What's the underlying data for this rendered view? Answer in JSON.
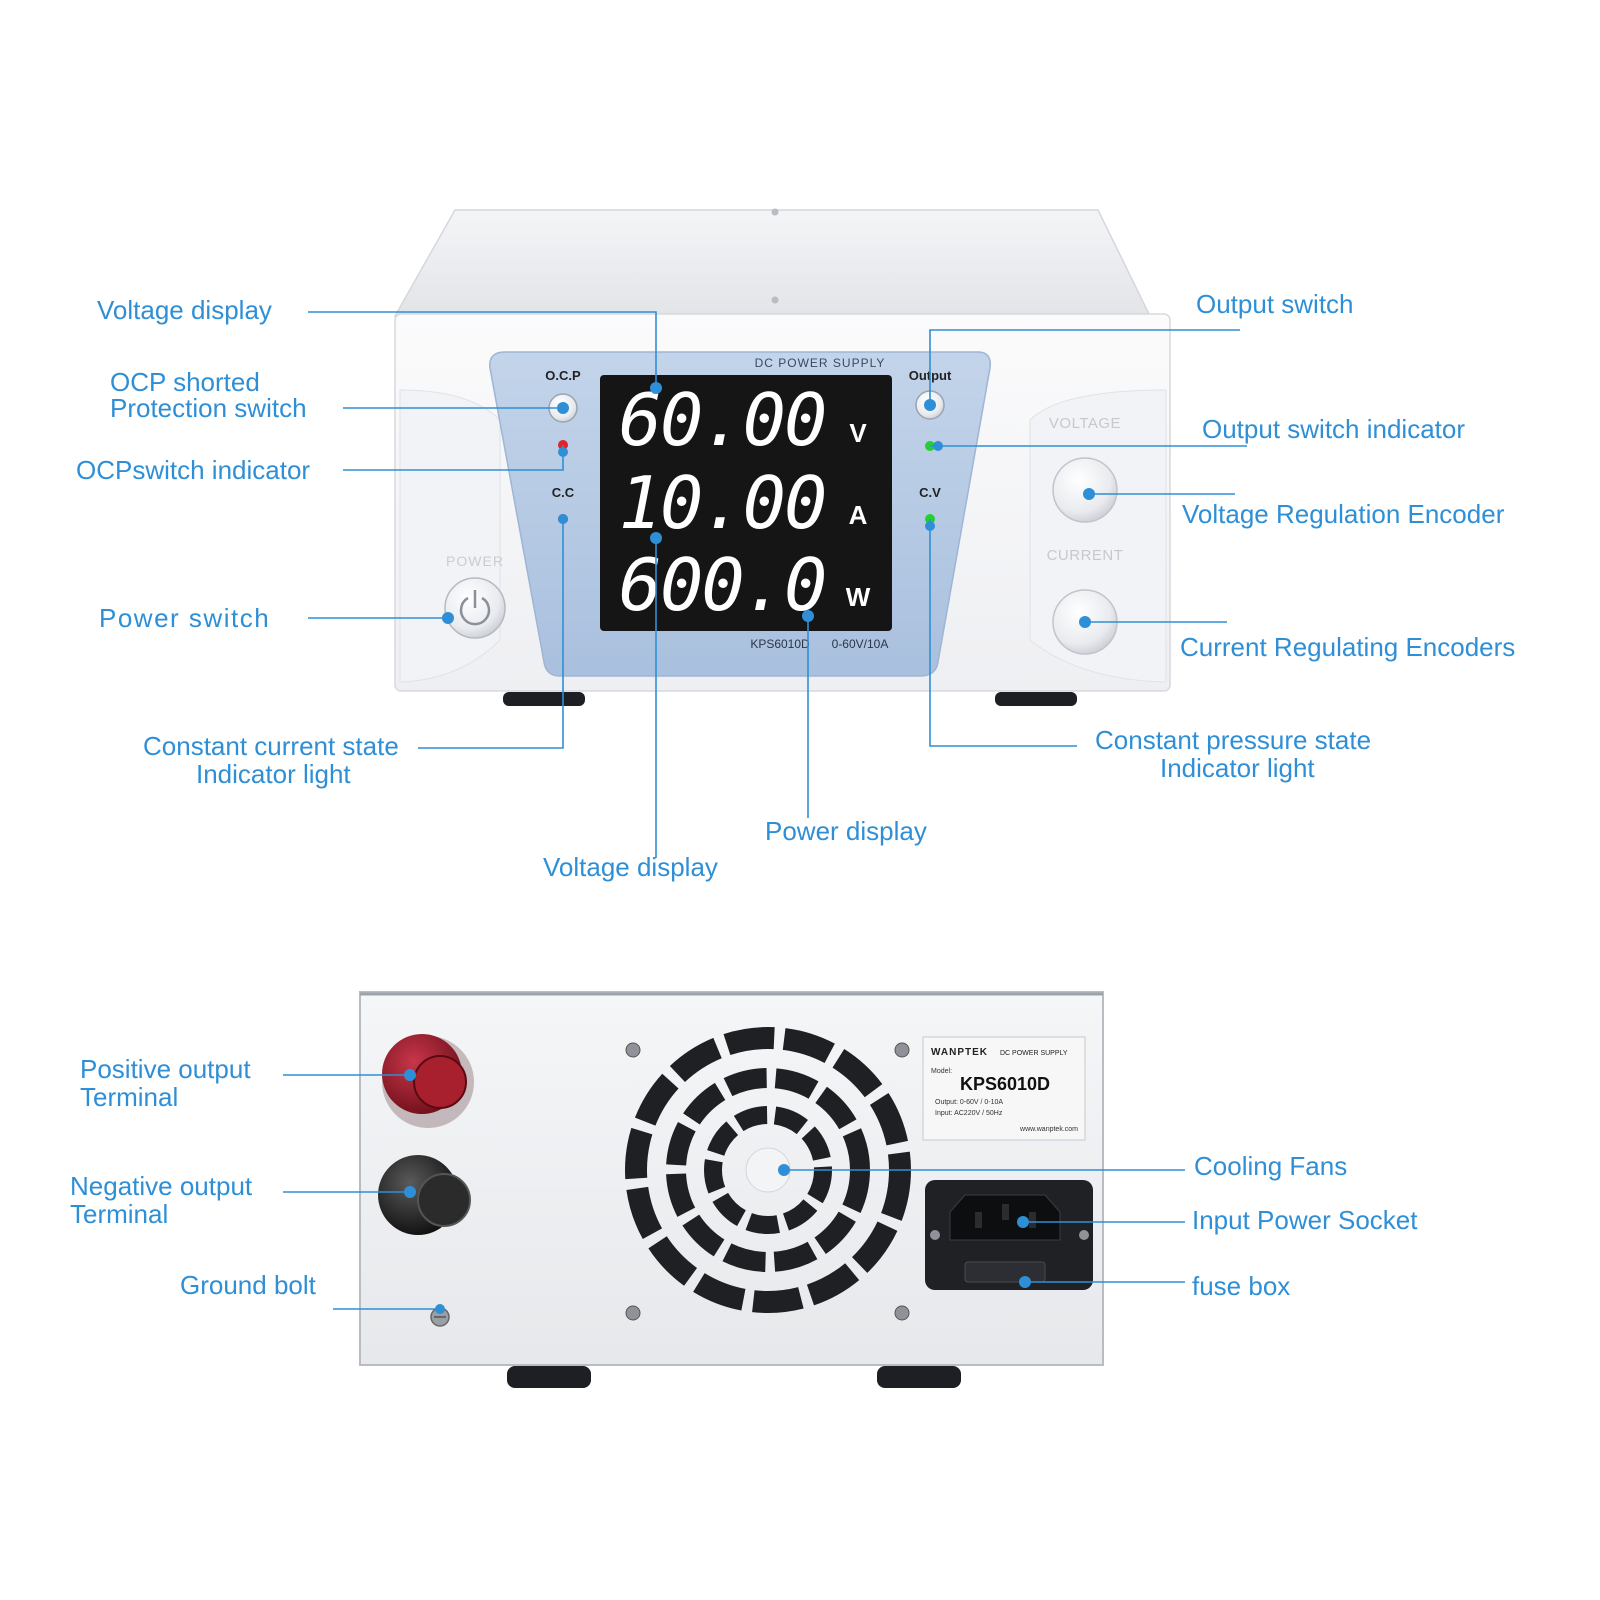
{
  "front_panel": {
    "header": "DC POWER SUPPLY",
    "ocp_label": "O.C.P",
    "output_label": "Output",
    "cc_label": "C.C",
    "cv_label": "C.V",
    "power_label": "POWER",
    "voltage_label": "VOLTAGE",
    "current_label": "CURRENT",
    "readings": {
      "voltage": "60.00",
      "voltage_unit": "V",
      "current": "10.00",
      "current_unit": "A",
      "power": "600.0",
      "power_unit": "W"
    },
    "model": "KPS6010D",
    "range": "0-60V/10A"
  },
  "rear_panel": {
    "brand": "WANPTEK",
    "brand_sub": "DC POWER SUPPLY",
    "model_caption": "Model:",
    "model": "KPS6010D",
    "output_spec": "Output:  0-60V / 0-10A",
    "input_spec": "Input:   AC220V / 50Hz",
    "website": "www.wanptek.com"
  },
  "callouts": {
    "voltage_display_top": "Voltage display",
    "ocp_switch_line1": "OCP shorted",
    "ocp_switch_line2": "Protection switch",
    "ocp_indicator": "OCPswitch indicator",
    "power_switch": "Power switch",
    "cc_indicator_line1": "Constant current state",
    "cc_indicator_line2": "Indicator light",
    "voltage_display_bottom": "Voltage display",
    "power_display": "Power display",
    "output_switch": "Output switch",
    "output_indicator": "Output switch indicator",
    "voltage_encoder": "Voltage Regulation Encoder",
    "current_encoder": "Current Regulating Encoders",
    "cv_indicator_line1": "Constant pressure state",
    "cv_indicator_line2": "Indicator light",
    "positive_terminal_line1": "Positive output",
    "positive_terminal_line2": "Terminal",
    "negative_terminal_line1": "Negative output",
    "negative_terminal_line2": "Terminal",
    "ground_bolt": "Ground bolt",
    "cooling_fans": "Cooling Fans",
    "input_socket": "Input Power Socket",
    "fuse_box": "fuse box"
  },
  "colors": {
    "callout": "#2f8fd6",
    "panel_blue": "#b9cde6",
    "display_bg": "#151515",
    "digit": "#ffffff",
    "led_red": "#e0222b",
    "led_green": "#22d02e",
    "positive_terminal": "#9c1a25",
    "negative_terminal": "#1b1b1b"
  }
}
